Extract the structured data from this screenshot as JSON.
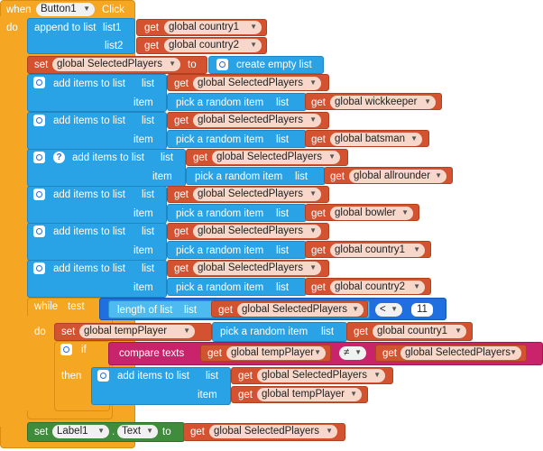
{
  "event": {
    "when": "when",
    "component": "Button1",
    "event": "Click",
    "do": "do"
  },
  "labels": {
    "append": "append to list",
    "list1": "list1",
    "list2": "list2",
    "set": "set",
    "to": "to",
    "create_empty_list": "create empty list",
    "add_items": "add items to list",
    "list": "list",
    "item": "item",
    "pick_random": "pick a random item",
    "get": "get",
    "while": "while",
    "test": "test",
    "length_of_list": "length of list",
    "op_lt": "<",
    "number": "11",
    "if": "if",
    "then": "then",
    "compare_texts": "compare texts",
    "op_ne": "≠",
    "dropdown_arrow": "▼"
  },
  "vars": {
    "country1": "global country1",
    "country2": "global country2",
    "selected": "global SelectedPlayers",
    "wicket": "global wickkeeper",
    "batsman": "global batsman",
    "allrounder": "global allrounder",
    "bowler": "global bowler",
    "temp": "global tempPlayer"
  },
  "final": {
    "component": "Label1",
    "property": "Text"
  },
  "colors": {
    "control": "#f5a623",
    "list": "#29a3e6",
    "variable": "#d35230",
    "math": "#1f6fe0",
    "text": "#c8236b",
    "component": "#3f8c3c"
  }
}
